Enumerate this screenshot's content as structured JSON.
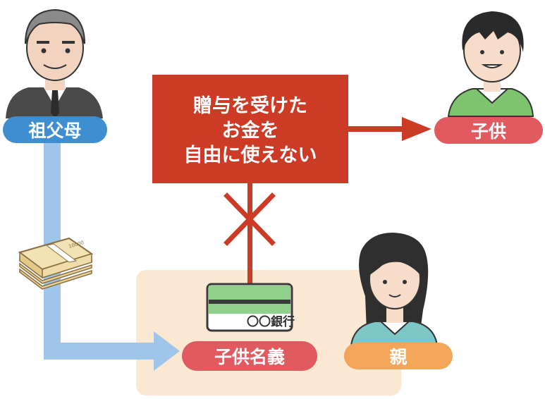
{
  "labels": {
    "grandparents": "祖父母",
    "child_top": "子供",
    "child_account": "子供名義",
    "parent": "親"
  },
  "warning_box": {
    "line1": "贈与を受けた",
    "line2": "お金を",
    "line3": "自由に使えない"
  },
  "bank_card": {
    "text": "〇〇銀行"
  },
  "banknote_stack": {
    "text": "10000"
  },
  "colors": {
    "grandparents_pill": "#3e8ed0",
    "child_pill": "#e05a5f",
    "parent_pill": "#f3a65a",
    "warning_box": "#cc3b26",
    "money_path": "#9fc6ea",
    "parent_area": "#fbe8d3",
    "card_green": "#8fd18a"
  }
}
